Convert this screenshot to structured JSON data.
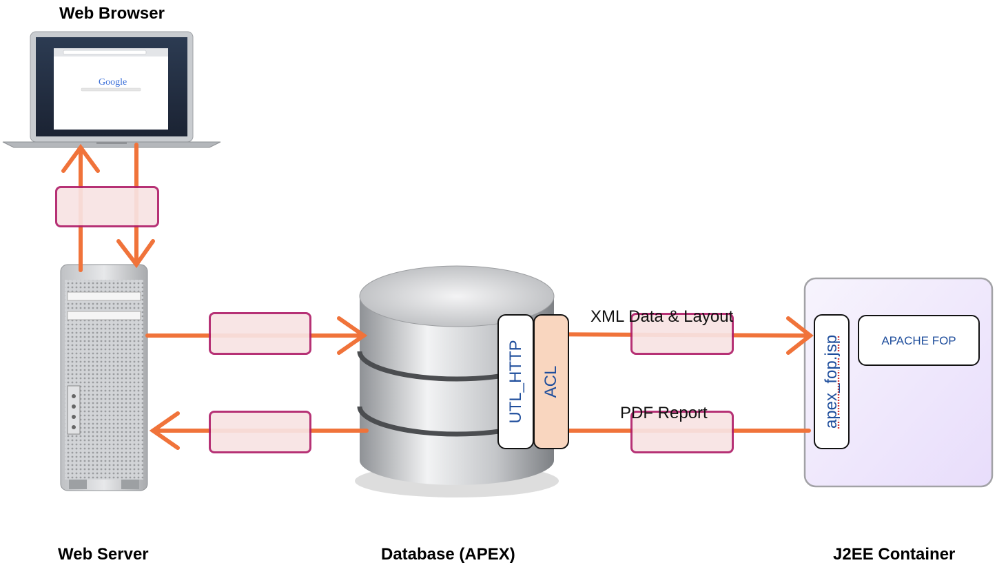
{
  "labels": {
    "web_browser": "Web Browser",
    "web_server": "Web Server",
    "database": "Database (APEX)",
    "j2ee": "J2EE Container"
  },
  "flows": {
    "xml": "XML Data & Layout",
    "pdf": "PDF Report"
  },
  "components": {
    "utl_http": "UTL_HTTP",
    "acl": "ACL",
    "apex_fop": "apex_fop.jsp",
    "apache_fop": "APACHE FOP"
  },
  "browser_screen": {
    "logo": "Google"
  },
  "colors": {
    "arrow": "#f0733a",
    "pink_border": "#b0206a",
    "pink_fill": "#f8e3e3",
    "acl_fill": "#f9d6bf",
    "container_fill": "#efe8fb",
    "text_blue": "#1f4e9c"
  }
}
